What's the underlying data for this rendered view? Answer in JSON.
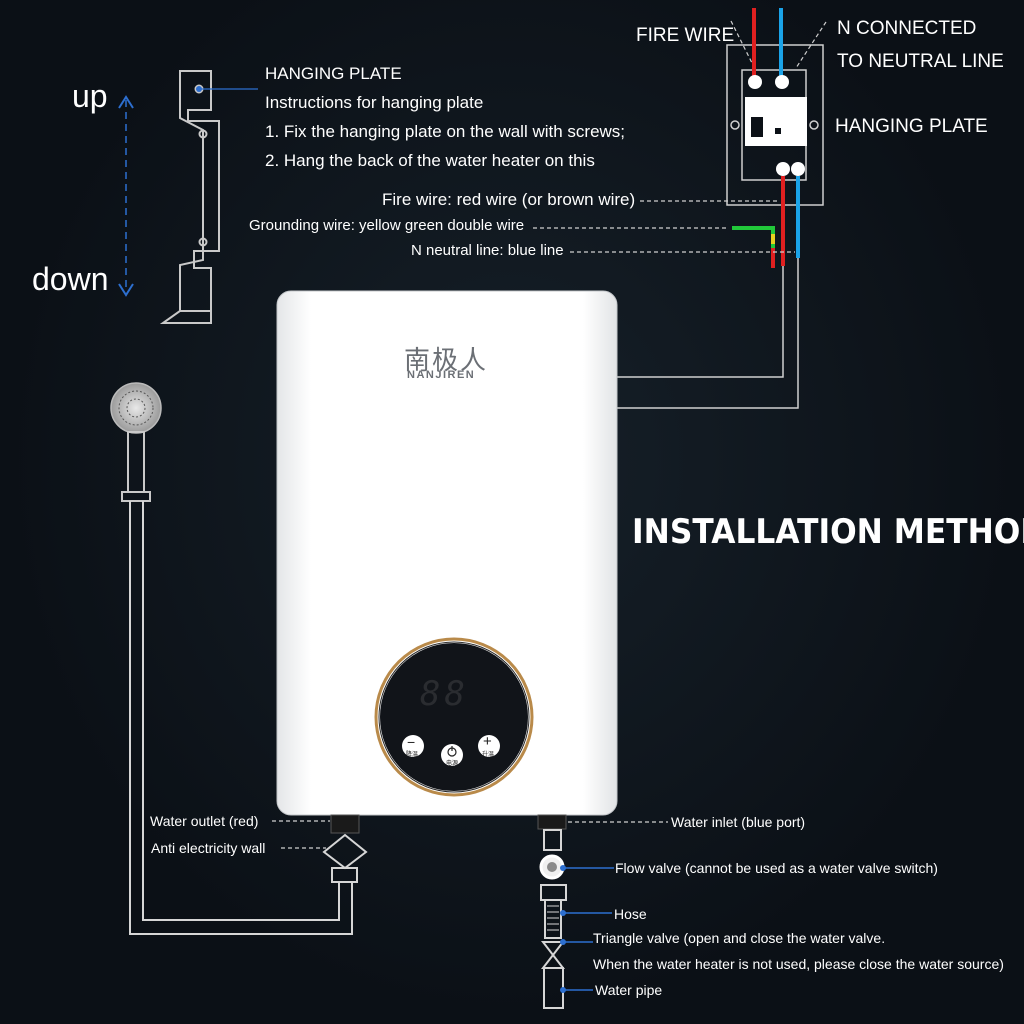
{
  "title": "INSTALLATION METHOD",
  "orientation": {
    "up": "up",
    "down": "down"
  },
  "hanging_plate": {
    "heading": "HANGING PLATE",
    "instructions_title": "Instructions for hanging plate",
    "step1": "1. Fix the hanging plate on the wall with screws;",
    "step2": "2. Hang the back of the water heater on this"
  },
  "wiring": {
    "fire_wire_top": "FIRE WIRE",
    "n_connected_line1": "N CONNECTED",
    "n_connected_line2": "TO NEUTRAL LINE",
    "hanging_plate_right": "HANGING PLATE",
    "fire_wire_desc": "Fire wire: red wire (or brown wire)",
    "grounding_desc": "Grounding wire: yellow green double wire",
    "neutral_desc": "N neutral line: blue line"
  },
  "brand": {
    "cn": "南极人",
    "en": "NANJIREN"
  },
  "display": {
    "digits": "88",
    "minus": "−",
    "plus": "+",
    "minus_label": "降温",
    "power_label": "电源",
    "plus_label": "升温"
  },
  "water": {
    "outlet": "Water outlet (red)",
    "anti": "Anti electricity wall",
    "inlet": "Water inlet (blue port)",
    "flow_valve": "Flow valve (cannot be used as a water valve switch)",
    "hose": "Hose",
    "triangle_line1": "Triangle valve (open and close the water valve.",
    "triangle_line2": "When the water heater is not used, please close the water source)",
    "pipe": "Water pipe"
  },
  "colors": {
    "fire": "#e02020",
    "neutral": "#1aa3e8",
    "ground_green": "#21c93a",
    "ground_yellow": "#e8d020",
    "accent_blue": "#1f6fd6",
    "ring": "#b98a4a"
  }
}
